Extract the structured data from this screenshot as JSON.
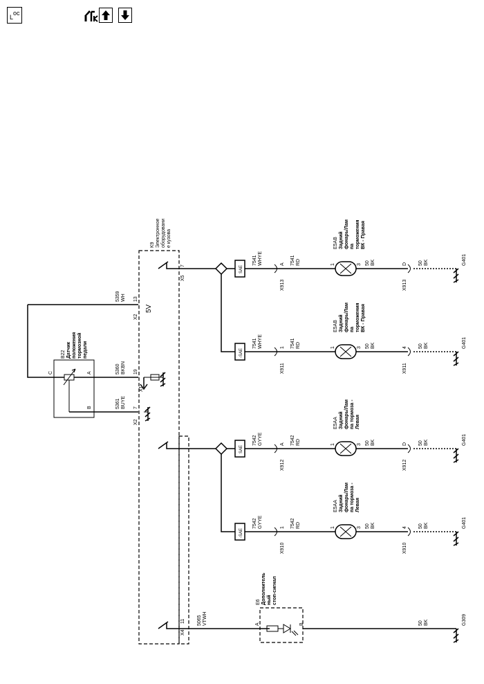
{
  "toolbar": {
    "loc_label": "LOC",
    "buttons": [
      "wiring-view",
      "up",
      "down"
    ]
  },
  "module_k9": {
    "id": "K9",
    "name_lines": [
      "Электронное",
      "оборудовани",
      "е кузова"
    ],
    "voltage_label": "5V"
  },
  "sensor_b22": {
    "id": "B22",
    "name_lines": [
      "Датчик",
      "положения",
      "тормозной",
      "педали"
    ],
    "pins": [
      "C",
      "A",
      "B"
    ]
  },
  "sensor_wires": [
    {
      "circuit": "5359",
      "color": "WH",
      "connector": "X2",
      "pin": "13"
    },
    {
      "circuit": "5360",
      "color": "BKBN",
      "connector": "X1",
      "pin": "19"
    },
    {
      "circuit": "5361",
      "color": "BUYE",
      "connector": "X2",
      "pin": "7"
    }
  ],
  "switch_pins": [
    {
      "connector": "X5",
      "pin": "7"
    },
    {
      "connector": "X4",
      "pin": "11"
    }
  ],
  "lamps": [
    {
      "id": "E5AB",
      "name_lines": [
        "Задний",
        "фонарь/Лам",
        "па",
        "торможения",
        "ВК - Правая"
      ],
      "sae": "SAE",
      "circuit": "7541",
      "color": "WHYE",
      "conn": "X913",
      "pin_in": "A",
      "circuit2": "7541",
      "color2": "RD",
      "lamp_pin1": "1",
      "lamp_pin3": "3",
      "gcirc": "50",
      "gcolor": "BK",
      "gconn": "X913",
      "gpin": "D",
      "circuit3": "50",
      "color3": "BK",
      "ground": "G401"
    },
    {
      "id": "E5AB",
      "name_lines": [
        "Задний",
        "фонарь/Лам",
        "па",
        "торможения",
        "ВК - Правая"
      ],
      "sae": "-SAE",
      "circuit": "7541",
      "color": "WHYE",
      "conn": "X911",
      "pin_in": "1",
      "circuit2": "7541",
      "color2": "RD",
      "lamp_pin1": "1",
      "lamp_pin3": "3",
      "gcirc": "50",
      "gcolor": "BK",
      "gconn": "X911",
      "gpin": "4",
      "circuit3": "50",
      "color3": "BK",
      "ground": "G401"
    },
    {
      "id": "E5AA",
      "name_lines": [
        "Задний",
        "фонарь/Лам",
        "па тормоза -",
        "Левая"
      ],
      "sae": "SAE",
      "circuit": "7542",
      "color": "GYYE",
      "conn": "X912",
      "pin_in": "A",
      "circuit2": "7542",
      "color2": "RD",
      "lamp_pin1": "1",
      "lamp_pin3": "3",
      "gcirc": "50",
      "gcolor": "BK",
      "gconn": "X912",
      "gpin": "D",
      "circuit3": "50",
      "color3": "BK",
      "ground": "G401"
    },
    {
      "id": "E5AA",
      "name_lines": [
        "Задний",
        "фонарь/Лам",
        "па тормоза -",
        "Левая"
      ],
      "sae": "-SAE",
      "circuit": "7542",
      "color": "GYYE",
      "conn": "X910",
      "pin_in": "1",
      "circuit2": "7542",
      "color2": "RD",
      "lamp_pin1": "1",
      "lamp_pin3": "3",
      "gcirc": "50",
      "gcolor": "BK",
      "gconn": "X910",
      "gpin": "4",
      "circuit3": "50",
      "color3": "BK",
      "ground": "G401"
    }
  ],
  "extra_lamp": {
    "id": "E6",
    "name_lines": [
      "Дополнитель",
      "ный",
      "стоп-сигнал"
    ],
    "circuit": "5065",
    "color": "VTWH",
    "pin_a": "A",
    "pin_b": "B",
    "gcirc": "50",
    "gcolor": "BK",
    "ground": "G309"
  }
}
